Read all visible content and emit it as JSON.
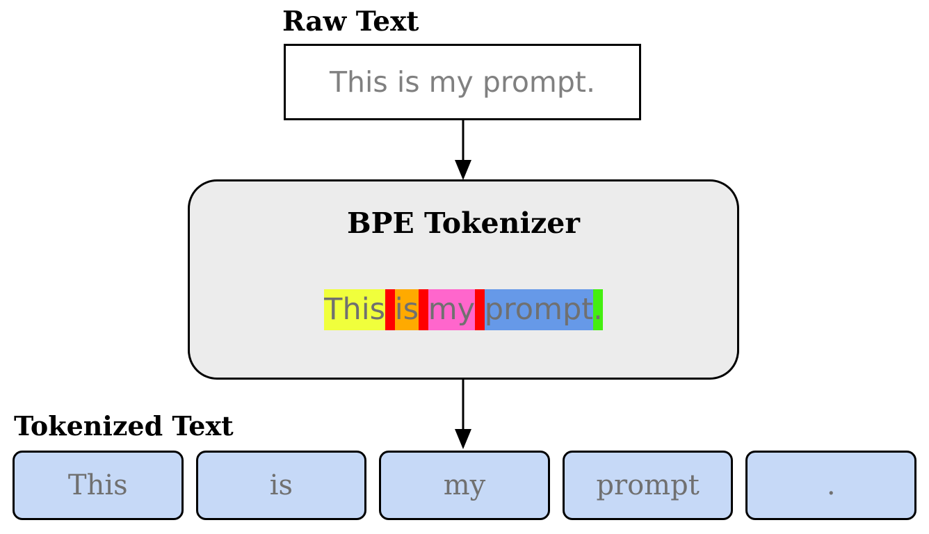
{
  "diagram": {
    "sections": {
      "raw_text_heading": "Raw Text",
      "tokenized_text_heading": "Tokenized Text"
    },
    "raw_text_box": {
      "value": "This is my prompt.",
      "text_color": "#808080",
      "border_color": "#000000",
      "background": "#ffffff"
    },
    "tokenizer": {
      "title": "BPE Tokenizer",
      "background": "#ececec",
      "border_color": "#000000",
      "highlighted_segments": [
        {
          "text": "This",
          "color": "#f0ff3c",
          "name": "token-highlight-this"
        },
        {
          "text": " ",
          "color": "#ff0000",
          "name": "token-highlight-space-1"
        },
        {
          "text": "is",
          "color": "#ffaa00",
          "name": "token-highlight-is"
        },
        {
          "text": " ",
          "color": "#ff0000",
          "name": "token-highlight-space-2"
        },
        {
          "text": "my",
          "color": "#ff66cc",
          "name": "token-highlight-my"
        },
        {
          "text": " ",
          "color": "#ff0000",
          "name": "token-highlight-space-3"
        },
        {
          "text": "prompt",
          "color": "#6699e8",
          "name": "token-highlight-prompt"
        },
        {
          "text": ".",
          "color": "#44ee11",
          "name": "token-highlight-period"
        }
      ]
    },
    "tokens": [
      {
        "label": "This"
      },
      {
        "label": "is"
      },
      {
        "label": "my"
      },
      {
        "label": "prompt"
      },
      {
        "label": "."
      }
    ],
    "token_box_style": {
      "background": "#c6d9f7",
      "border_color": "#000000",
      "text_color": "#707070"
    },
    "arrows": [
      {
        "name": "arrow-raw-to-tokenizer",
        "from": "raw-text-box",
        "to": "tokenizer-box",
        "direction": "down"
      },
      {
        "name": "arrow-tokenizer-to-tokens",
        "from": "tokenizer-box",
        "to": "token-my",
        "direction": "down"
      }
    ]
  }
}
